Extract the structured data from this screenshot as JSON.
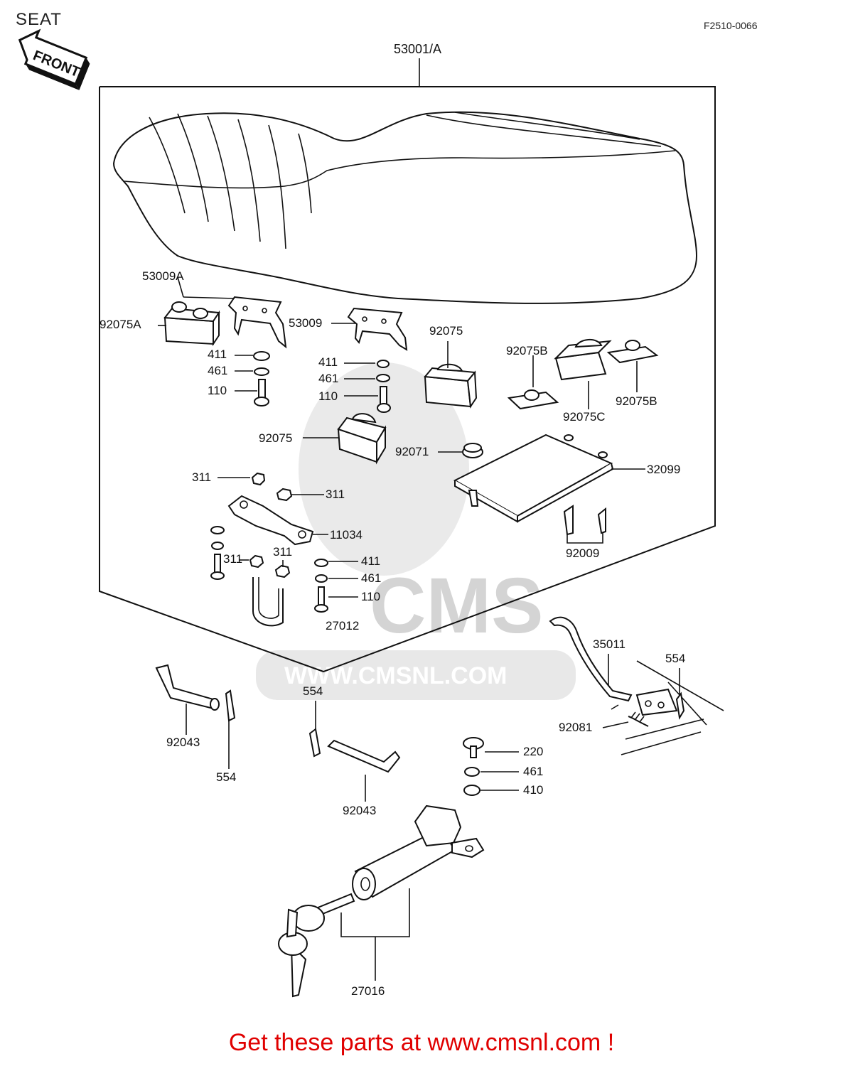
{
  "header": {
    "title": "SEAT",
    "diagram_code": "F2510-0066",
    "front_marker": "FRONT"
  },
  "watermark": {
    "brand": "CMS",
    "url": "WWW.CMSNL.COM"
  },
  "footer": {
    "text": "Get these parts at www.cmsnl.com !",
    "color": "#e00000"
  },
  "parts": {
    "seat_assembly": "53001/A",
    "bracket_a": "53009A",
    "bracket": "53009",
    "damper_a": "92075A",
    "damper_1": "92075",
    "damper_2": "92075",
    "damper_b_1": "92075B",
    "damper_b_2": "92075B",
    "damper_c": "92075C",
    "washer_411_1": "411",
    "washer_411_2": "411",
    "washer_411_3": "411",
    "lockwasher_461_1": "461",
    "lockwasher_461_2": "461",
    "lockwasher_461_3": "461",
    "lockwasher_461_4": "461",
    "bolt_110_1": "110",
    "bolt_110_2": "110",
    "bolt_110_3": "110",
    "grommet": "92071",
    "tray": "32099",
    "bolt_92009": "92009",
    "nut_311_1": "311",
    "nut_311_2": "311",
    "nut_311_3": "311",
    "nut_311_4": "311",
    "plate": "11034",
    "ubolt": "27012",
    "cable": "35011",
    "clip_554_1": "554",
    "clip_554_2": "554",
    "clip_554_3": "554",
    "spring": "92081",
    "pin_1": "92043",
    "pin_2": "92043",
    "screw_220": "220",
    "washer_410": "410",
    "lock_set": "27016"
  }
}
